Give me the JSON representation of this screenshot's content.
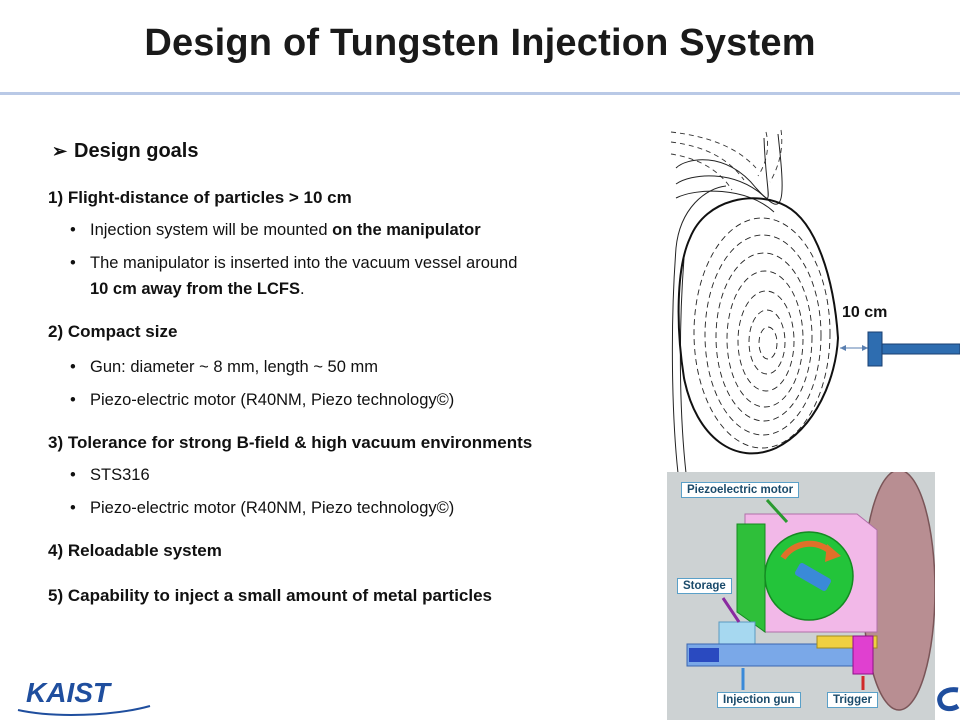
{
  "title": "Design of Tungsten Injection System",
  "goals_heading": "Design goals",
  "items": [
    {
      "heading": "1) Flight-distance of particles > 10 cm",
      "bullets": [
        {
          "text": "Injection system will be mounted ",
          "bold": "on the manipulator"
        },
        {
          "text": "The manipulator is inserted into the vacuum vessel around",
          "cont_bold": "10 cm away from the LCFS",
          "cont_tail": "."
        }
      ]
    },
    {
      "heading": "2) Compact size",
      "bullets": [
        {
          "text": "Gun: diameter ~ 8 mm, length ~ 50 mm"
        },
        {
          "text": "Piezo-electric motor (R40NM, Piezo technology©)"
        }
      ]
    },
    {
      "heading": "3) Tolerance for strong B-field & high vacuum environments",
      "bullets": [
        {
          "text": "STS316"
        },
        {
          "text": "Piezo-electric motor (R40NM, Piezo technology©)"
        }
      ]
    },
    {
      "heading": "4) Reloadable system"
    },
    {
      "heading": "5) Capability to inject a small amount of metal particles"
    }
  ],
  "diagram": {
    "distance_label": "10 cm"
  },
  "photo_labels": {
    "motor": "Piezoelectric motor",
    "storage": "Storage",
    "gun": "Injection gun",
    "trigger": "Trigger"
  },
  "logo_text": "KAIST",
  "colors": {
    "accent_rule": "#b9c9e6",
    "manipulator": "#2e6db0",
    "logo_blue": "#1f4e9e"
  }
}
